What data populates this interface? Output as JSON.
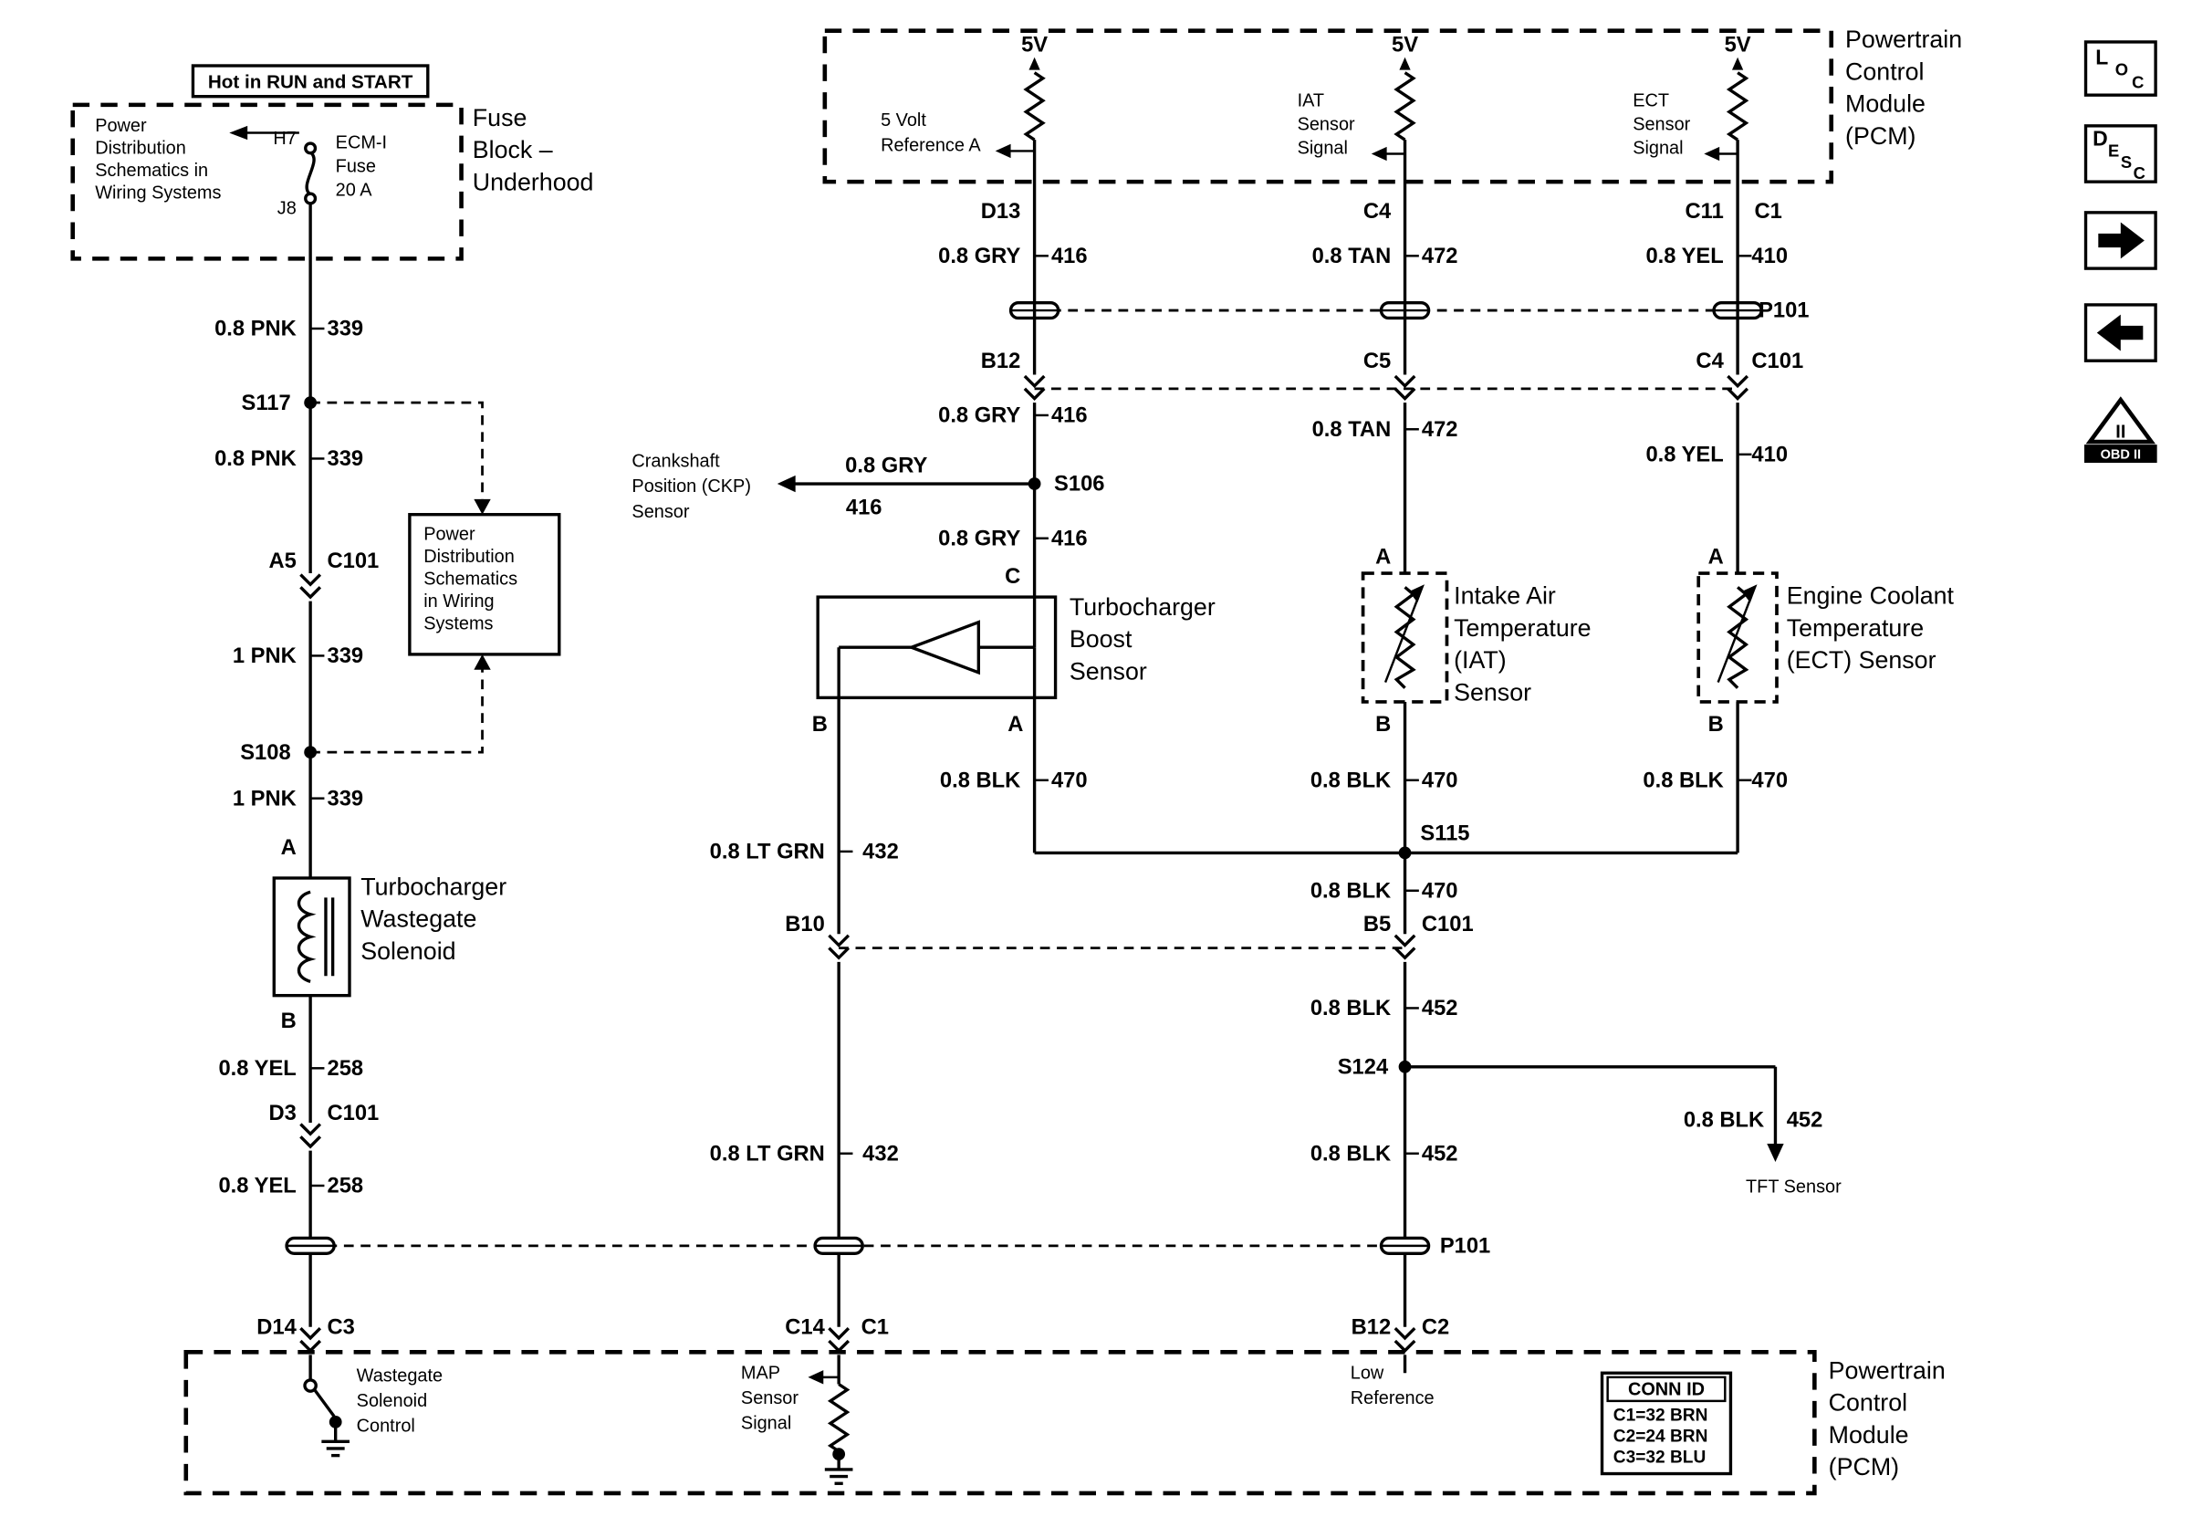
{
  "colors": {
    "ink": "#000000",
    "paper": "#ffffff"
  },
  "fuse_area": {
    "hot_label": "Hot in RUN and START",
    "ref_note": [
      "Power",
      "Distribution",
      "Schematics in",
      "Wiring Systems"
    ],
    "pin_top": "H7",
    "pin_bottom": "J8",
    "fuse_id": [
      "ECM-I",
      "Fuse",
      "20 A"
    ],
    "title": [
      "Fuse",
      "Block –",
      "Underhood"
    ]
  },
  "left_branch": {
    "wire_a": {
      "gauge": "0.8 PNK",
      "circuit": "339"
    },
    "splice_1": "S117",
    "conn_1": {
      "pin": "A5",
      "id": "C101"
    },
    "ref_box": [
      "Power",
      "Distribution",
      "Schematics",
      "in Wiring",
      "Systems"
    ],
    "wire_b": {
      "gauge": "1 PNK",
      "circuit": "339"
    },
    "splice_2": "S108",
    "solenoid": {
      "pin_a": "A",
      "pin_b": "B",
      "title": [
        "Turbocharger",
        "Wastegate",
        "Solenoid"
      ]
    },
    "wire_c": {
      "gauge": "0.8 YEL",
      "circuit": "258"
    },
    "conn_2": {
      "pin": "D3",
      "id": "C101"
    },
    "pcm_pin": {
      "pin": "D14",
      "id": "C3"
    }
  },
  "pcm_top": {
    "title": [
      "Powertrain",
      "Control",
      "Module",
      "(PCM)"
    ],
    "supply": "5V",
    "sig_ref": [
      "5 Volt",
      "Reference A"
    ],
    "sig_iat": [
      "IAT",
      "Sensor",
      "Signal"
    ],
    "sig_ect": [
      "ECT",
      "Sensor",
      "Signal"
    ],
    "pin_d13": "D13",
    "pin_c4": "C4",
    "pin_c11": "C11",
    "conn_c1": "C1"
  },
  "gry": {
    "wire": {
      "gauge": "0.8 GRY",
      "circuit": "416"
    },
    "pin_b12": "B12",
    "splice": "S106",
    "ckp": [
      "Crankshaft",
      "Position (CKP)",
      "Sensor"
    ],
    "pin_c": "C"
  },
  "boost": {
    "title": [
      "Turbocharger",
      "Boost",
      "Sensor"
    ],
    "pin_b": "B",
    "pin_a": "A"
  },
  "tan": {
    "wire": {
      "gauge": "0.8 TAN",
      "circuit": "472"
    },
    "pin_c5": "C5",
    "pin_a": "A",
    "pin_b": "B"
  },
  "iat": {
    "title": [
      "Intake Air",
      "Temperature",
      "(IAT)",
      "Sensor"
    ]
  },
  "yel": {
    "wire": {
      "gauge": "0.8 YEL",
      "circuit": "410"
    },
    "conn": {
      "pin": "C4",
      "id": "C101"
    },
    "pin_a": "A",
    "pin_b": "B"
  },
  "ect": {
    "title": [
      "Engine Coolant",
      "Temperature",
      "(ECT) Sensor"
    ]
  },
  "blk470": {
    "gauge": "0.8 BLK",
    "circuit": "470"
  },
  "blk452": {
    "gauge": "0.8 BLK",
    "circuit": "452"
  },
  "ltgrn": {
    "wire": {
      "gauge": "0.8 LT GRN",
      "circuit": "432"
    },
    "conn_b10": "B10",
    "pcm_pin": {
      "pin": "C14",
      "id": "C1"
    }
  },
  "splice_s115": "S115",
  "splice_s124": "S124",
  "conn_b5": {
    "pin": "B5",
    "id": "C101"
  },
  "tan_pcm_pin": {
    "pin": "B12",
    "id": "C2"
  },
  "tft_label": "TFT Sensor",
  "pass_thru": "P101",
  "pcm_bottom": {
    "title": [
      "Powertrain",
      "Control",
      "Module",
      "(PCM)"
    ],
    "wastegate": [
      "Wastegate",
      "Solenoid",
      "Control"
    ],
    "map": [
      "MAP",
      "Sensor",
      "Signal"
    ],
    "low_ref": [
      "Low",
      "Reference"
    ],
    "conn_id": {
      "header": "CONN ID",
      "rows": [
        "C1=32 BRN",
        "C2=24 BRN",
        "C3=32 BLU"
      ]
    }
  },
  "icons": {
    "loc": [
      "L",
      "O",
      "C"
    ],
    "desc": [
      "D",
      "E",
      "S",
      "C"
    ],
    "obd_tri": "II",
    "obd_bar": "OBD II"
  }
}
